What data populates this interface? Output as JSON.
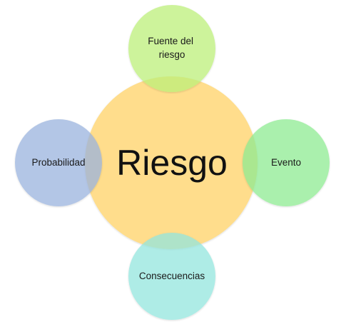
{
  "diagram": {
    "center": {
      "label": "Riesgo",
      "color": "#FFD878"
    },
    "nodes": [
      {
        "id": "fuente",
        "label_lines": [
          "Fuente del",
          "riesgo"
        ],
        "color": "#BDF07A"
      },
      {
        "id": "evento",
        "label_lines": [
          "Evento"
        ],
        "color": "#8EEB92"
      },
      {
        "id": "consecuencias",
        "label_lines": [
          "Consecuencias"
        ],
        "color": "#94E6DE"
      },
      {
        "id": "probabilidad",
        "label_lines": [
          "Probabilidad"
        ],
        "color": "#9AB3DE"
      }
    ]
  }
}
